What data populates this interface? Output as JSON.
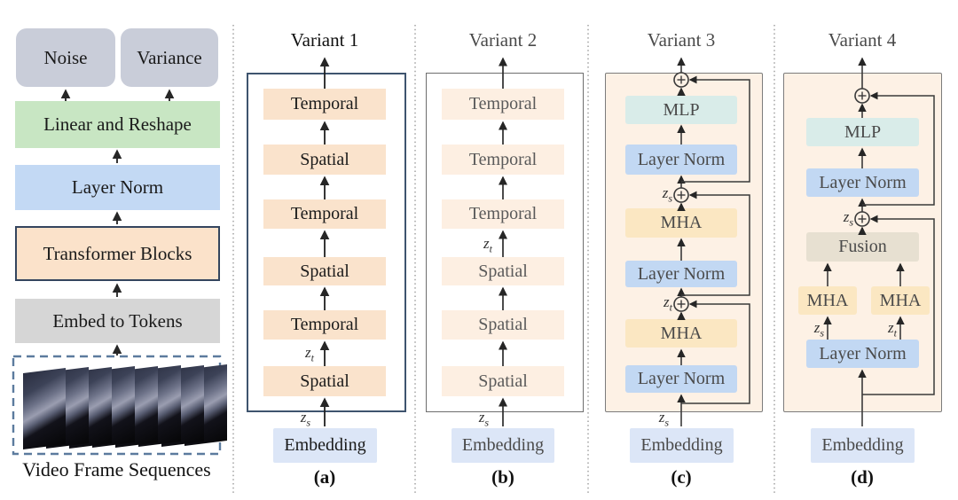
{
  "left_panel": {
    "outputs": [
      {
        "label": "Noise"
      },
      {
        "label": "Variance"
      }
    ],
    "linear_reshape": "Linear and Reshape",
    "layer_norm": "Layer Norm",
    "transformer_blocks": "Transformer Blocks",
    "embed_tokens": "Embed to Tokens",
    "caption": "Video Frame Sequences"
  },
  "math": {
    "zs": {
      "base": "z",
      "sub": "s"
    },
    "zt": {
      "base": "z",
      "sub": "t"
    }
  },
  "variants": [
    {
      "title": "Variant 1",
      "tag": "(a)",
      "embedding": "Embedding",
      "blocks": [
        "Temporal",
        "Spatial",
        "Temporal",
        "Spatial",
        "Temporal",
        "Spatial"
      ]
    },
    {
      "title": "Variant 2",
      "tag": "(b)",
      "embedding": "Embedding",
      "blocks": [
        "Temporal",
        "Temporal",
        "Temporal",
        "Spatial",
        "Spatial",
        "Spatial"
      ]
    },
    {
      "title": "Variant 3",
      "tag": "(c)",
      "embedding": "Embedding",
      "blocks": [
        "MLP",
        "Layer Norm",
        "MHA",
        "Layer Norm",
        "MHA",
        "Layer Norm"
      ]
    },
    {
      "title": "Variant 4",
      "tag": "(d)",
      "embedding": "Embedding",
      "blocks": [
        "MLP",
        "Layer Norm",
        "Fusion",
        "MHA",
        "MHA",
        "Layer Norm"
      ]
    }
  ],
  "colors": {
    "output_box": "#c9cdd9",
    "linear_reshape": "#c8e6c3",
    "layer_norm_left": "#c3d9f4",
    "transformer_blocks_fill": "#fbe2ca",
    "transformer_blocks_border": "#34455e",
    "embed_tokens": "#d6d6d6",
    "variant1_block": "#fae3cc",
    "variant2_block": "#fdefe2",
    "variant34_panel": "#fdf1e5",
    "mlp": "#d9ece9",
    "layer_norm": "#c2d8f3",
    "mha": "#fbe7c2",
    "fusion": "#e7e0d1",
    "embedding": "#dce6f7",
    "frame_box_border": "#5c7b9e"
  }
}
